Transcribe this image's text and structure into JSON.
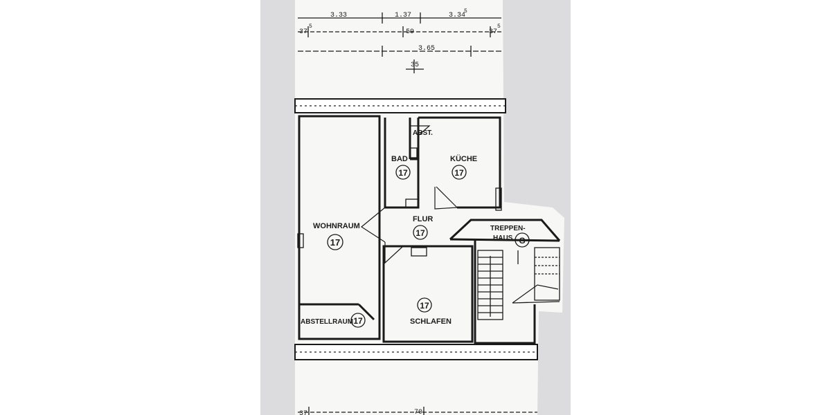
{
  "dimensions": {
    "top": [
      "3.33",
      "1.37",
      "3.34",
      "5",
      "37",
      "5",
      "59",
      "37",
      "5",
      "3.65",
      "35"
    ],
    "bottom": [
      "37",
      "70"
    ]
  },
  "rooms": [
    {
      "id": "wohnraum",
      "name": "WOHNRAUM",
      "number": "17"
    },
    {
      "id": "bad",
      "name": "BAD",
      "number": "17"
    },
    {
      "id": "abst",
      "name": "ABST.",
      "number": ""
    },
    {
      "id": "kueche",
      "name": "KÜCHE",
      "number": "17"
    },
    {
      "id": "flur",
      "name": "FLUR",
      "number": "17"
    },
    {
      "id": "treppenhaus",
      "name": "TREPPEN-",
      "name2": "HAUS",
      "number": "G"
    },
    {
      "id": "schlafen",
      "name": "SCHLAFEN",
      "number": "17"
    },
    {
      "id": "abstellraum",
      "name": "ABSTELLRAUM",
      "number": "17"
    }
  ],
  "colors": {
    "background": "#ffffff",
    "paper": "#f7f7f5",
    "backdrop": "#dcdcde",
    "ink": "#1a1a1a"
  }
}
